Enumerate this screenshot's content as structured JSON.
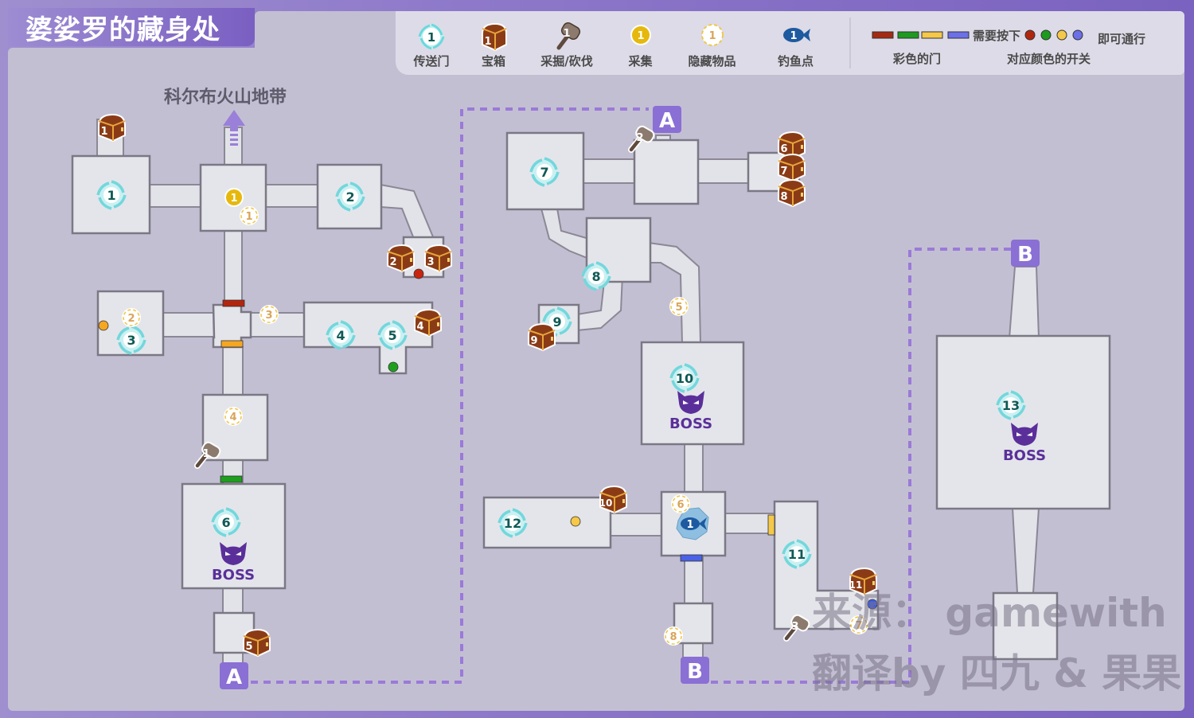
{
  "title": "婆娑罗的藏身处",
  "legend": {
    "items": [
      {
        "icon": "teleport-portal-icon",
        "label": "传送门",
        "sample": "1"
      },
      {
        "icon": "treasure-chest-icon",
        "label": "宝箱",
        "sample": "1"
      },
      {
        "icon": "mining-hammer-icon",
        "label": "采掘/砍伐",
        "sample": "1"
      },
      {
        "icon": "gather-coin-icon",
        "label": "采集",
        "sample": "1"
      },
      {
        "icon": "hidden-item-icon",
        "label": "隐藏物品",
        "sample": "1"
      },
      {
        "icon": "fishing-spot-icon",
        "label": "钓鱼点",
        "sample": "1"
      }
    ],
    "doors": {
      "colors": [
        "#a52a12",
        "#1e9a1e",
        "#f5c84a",
        "#6b6fe8"
      ],
      "door_label": "彩色的门",
      "press_text": "需要按下",
      "switch_colors": [
        "#b3260e",
        "#1e9a1e",
        "#f5c84a",
        "#6b6fe8"
      ],
      "pass_text": "即可通行",
      "switch_label": "对应颜色的开关"
    }
  },
  "region_exit": "科尔布火山地带",
  "portals": [
    "1",
    "2",
    "3",
    "4",
    "5",
    "6",
    "7",
    "8",
    "9",
    "10",
    "11",
    "12",
    "13"
  ],
  "chests": [
    "1",
    "2",
    "3",
    "4",
    "5",
    "6",
    "7",
    "8",
    "9",
    "10",
    "11"
  ],
  "mining": [
    "1",
    "2",
    "3"
  ],
  "gather": [
    "1"
  ],
  "hidden_items": [
    "1",
    "2",
    "3",
    "4",
    "5",
    "6",
    "7",
    "8"
  ],
  "fishing": [
    "1"
  ],
  "boss_label": "BOSS",
  "link_markers": {
    "a": "A",
    "b": "B"
  },
  "door_colors": {
    "red": "#b3260e",
    "orange": "#f5a623",
    "green": "#1ea01e",
    "yellow": "#f5c84a",
    "blue": "#4a62e8"
  },
  "switch_colors": {
    "red": "#c8260e",
    "orange": "#f5a623",
    "green": "#1ea01e",
    "yellow": "#f5c84a",
    "blue": "#3d5ce8"
  },
  "watermark": {
    "line1": "来源： gamewith",
    "line2": "翻译by 四九 & 果果"
  }
}
